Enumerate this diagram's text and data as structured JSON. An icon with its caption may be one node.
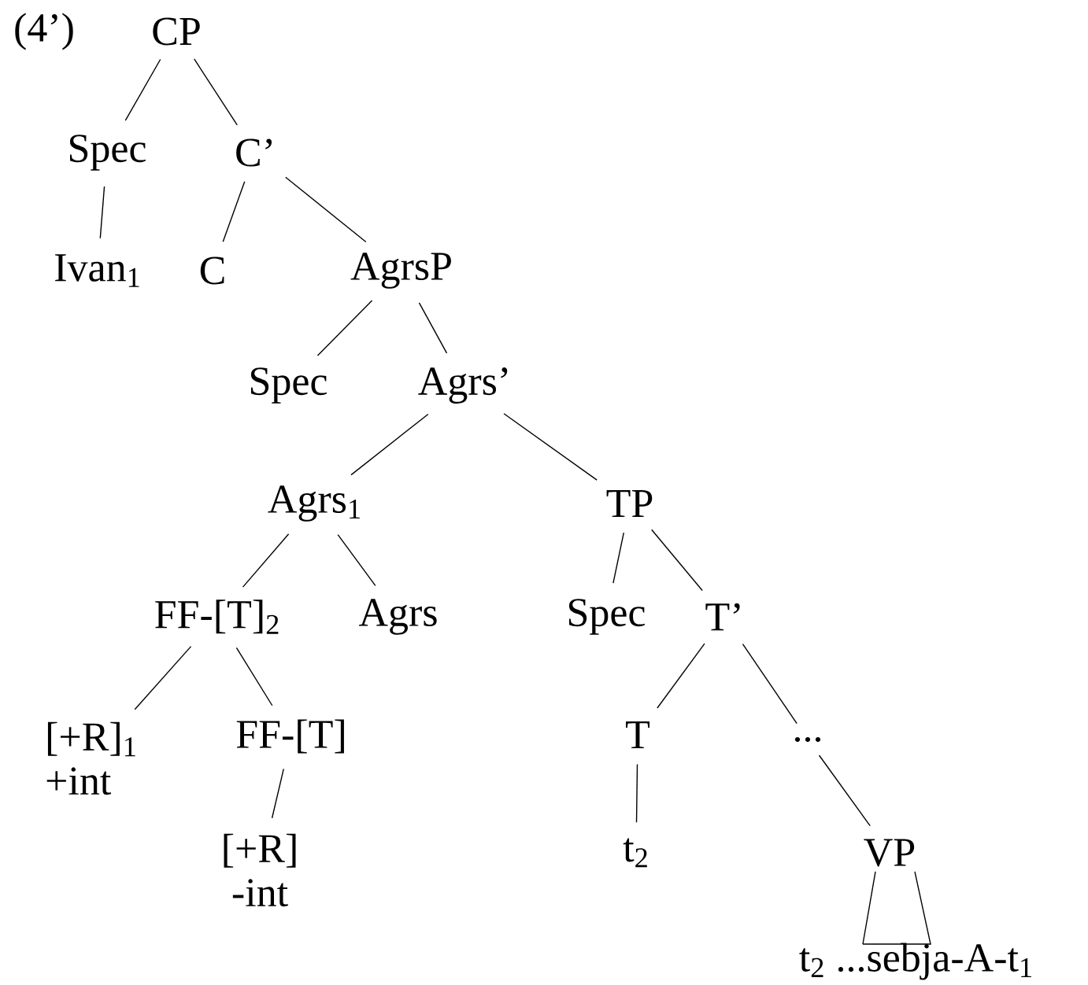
{
  "diagram": {
    "nodes": [
      {
        "text": [
          "CP"
        ]
      },
      {
        "text": [
          "Spec"
        ]
      },
      {
        "text": [
          "C’"
        ]
      },
      {
        "text": [
          "Ivan$_{1}$"
        ]
      },
      {
        "text": [
          "C"
        ]
      },
      {
        "text": [
          "AgrsP"
        ]
      },
      {
        "text": [
          "Spec"
        ]
      },
      {
        "text": [
          "Agrs’"
        ]
      },
      {
        "text": [
          "Agrs$_{1}$"
        ]
      },
      {
        "text": [
          "TP"
        ]
      },
      {
        "text": [
          "FF-[T]$_{2}$"
        ]
      },
      {
        "text": [
          "Agrs"
        ]
      },
      {
        "text": [
          "Spec"
        ]
      },
      {
        "text": [
          "T’"
        ]
      },
      {
        "text": [
          "[+R]$_{1}$",
          "+int"
        ]
      },
      {
        "text": [
          "FF-[T]"
        ]
      },
      {
        "text": [
          "T"
        ]
      },
      {
        "text": [
          "..."
        ]
      },
      {
        "text": [
          "[+R]",
          "-int"
        ]
      },
      {
        "text": [
          "t$_{2}$"
        ]
      },
      {
        "text": [
          "VP"
        ]
      },
      {
        "text": [
          "t$_{2}$ ...sebja-A-t$_{1}$"
        ]
      }
    ],
    "edges": [
      {
        "from": 0,
        "to": 1,
        "arrow": "none"
      },
      {
        "from": 0,
        "to": 2,
        "arrow": "none"
      },
      {
        "from": 1,
        "to": 3,
        "arrow": "none"
      },
      {
        "from": 2,
        "to": 4,
        "arrow": "none"
      },
      {
        "from": 2,
        "to": 5,
        "arrow": "none"
      },
      {
        "from": 5,
        "to": 6,
        "arrow": "none"
      },
      {
        "from": 5,
        "to": 7,
        "arrow": "none"
      },
      {
        "from": 7,
        "to": 8,
        "arrow": "none"
      },
      {
        "from": 7,
        "to": 9,
        "arrow": "none"
      },
      {
        "from": 8,
        "to": 10,
        "arrow": "none"
      },
      {
        "from": 8,
        "to": 11,
        "arrow": "none"
      },
      {
        "from": 9,
        "to": 12,
        "arrow": "none"
      },
      {
        "from": 9,
        "to": 13,
        "arrow": "none"
      },
      {
        "from": 10,
        "to": 14,
        "arrow": "none"
      },
      {
        "from": 10,
        "to": 15,
        "arrow": "none"
      },
      {
        "from": 15,
        "to": 18,
        "arrow": "none"
      },
      {
        "from": 13,
        "to": 16,
        "arrow": "none"
      },
      {
        "from": 13,
        "to": 17,
        "arrow": "none"
      },
      {
        "from": 16,
        "to": 19,
        "arrow": "none"
      },
      {
        "from": 17,
        "to": 20,
        "arrow": "none"
      },
      {
        "from": 20,
        "to": 21,
        "arrow": "none"
      }
    ],
    "labels": [
      "(4’)"
    ]
  }
}
